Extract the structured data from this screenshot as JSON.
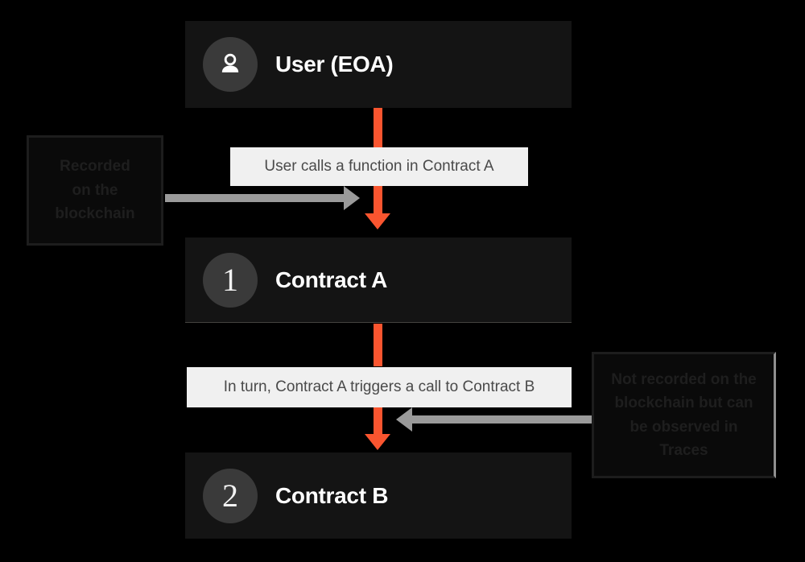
{
  "diagram": {
    "background_color": "#000000",
    "accent_color": "#fa552f",
    "gray_arrow_color": "#9a9a9a",
    "node_bg_color": "#141414",
    "caption_bg_color": "#f0f0f0"
  },
  "nodes": [
    {
      "id": "user",
      "icon": "person-icon",
      "badge": "",
      "title": "User (EOA)"
    },
    {
      "id": "contract-a",
      "icon": "",
      "badge": "1",
      "title": "Contract A"
    },
    {
      "id": "contract-b",
      "icon": "",
      "badge": "2",
      "title": "Contract B"
    }
  ],
  "captions": [
    {
      "id": "caption-1",
      "text": "User calls a function in Contract A"
    },
    {
      "id": "caption-2",
      "text": "In turn, Contract A triggers a call to Contract B"
    }
  ],
  "annotations": [
    {
      "id": "annotation-left",
      "lines": [
        "Recorded",
        "on the",
        "blockchain"
      ],
      "text": "Recorded on the blockchain",
      "arrow_direction": "right"
    },
    {
      "id": "annotation-right",
      "lines": [
        "Not recorded on the",
        "blockchain but can",
        "be observed in",
        "Traces"
      ],
      "text": "Not recorded on the blockchain but can be observed in Traces",
      "arrow_direction": "left"
    }
  ]
}
